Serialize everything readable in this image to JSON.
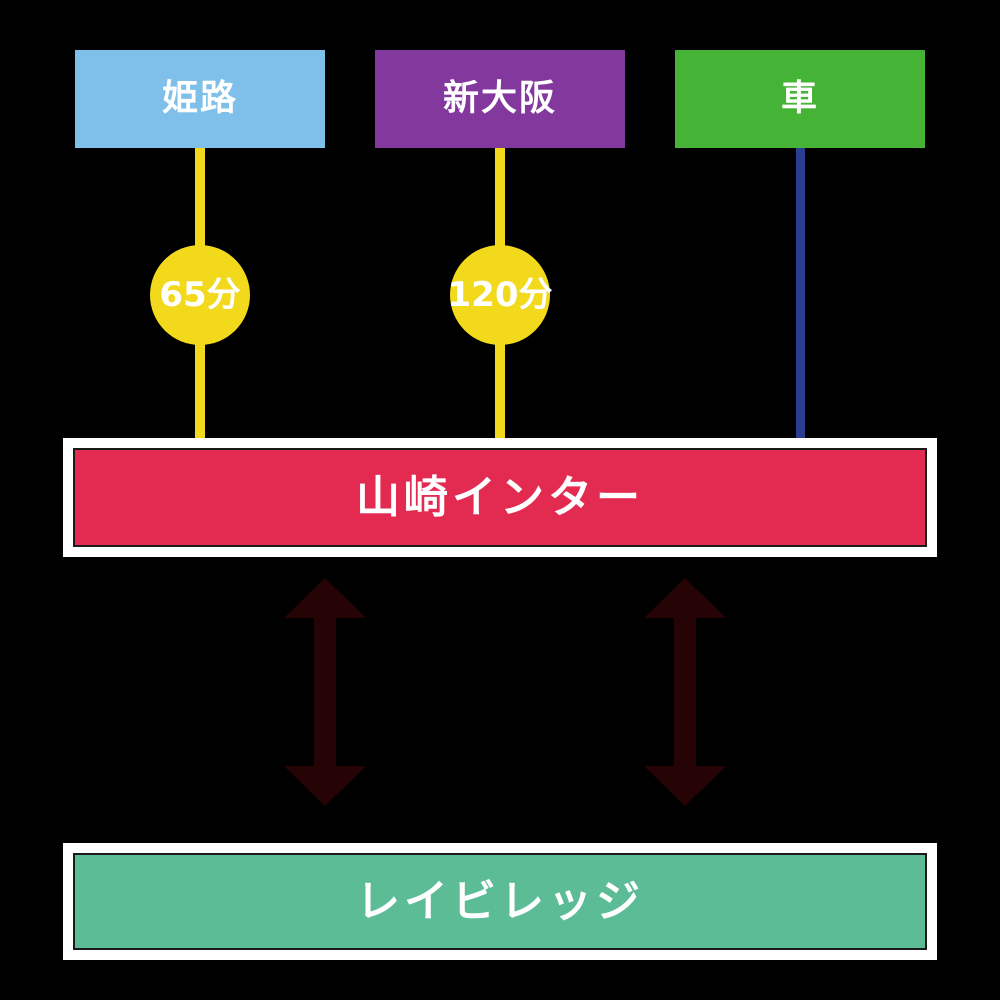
{
  "diagram": {
    "background_color": "#000000",
    "title_flow": "姫路 / 新大阪 / 車 → 山崎インター → レイビレッジ",
    "sources": [
      {
        "label": "姫路",
        "color": "#7EC0EA",
        "connector_color": "#F2D91C",
        "duration": "65分"
      },
      {
        "label": "新大阪",
        "color": "#83389D",
        "connector_color": "#F2D91C",
        "duration": "120分"
      },
      {
        "label": "車",
        "color": "#45B335",
        "connector_color": "#2A3D91",
        "duration": ""
      }
    ],
    "durations": [
      {
        "text": "65分",
        "bubble_color": "#F2D91C",
        "text_color": "#ffffff"
      },
      {
        "text": "120分",
        "bubble_color": "#F2D91C",
        "text_color": "#ffffff"
      }
    ],
    "hub": {
      "label": "山崎インター",
      "color": "#E32B51",
      "frame_color": "#ffffff",
      "text_color": "#ffffff"
    },
    "destination": {
      "label": "レイビレッジ",
      "color": "#5CBC96",
      "frame_color": "#ffffff",
      "text_color": "#ffffff"
    },
    "arrows": [
      {
        "name": "hub-to-destination-left",
        "color": "#260405",
        "direction": "bidirectional"
      },
      {
        "name": "hub-to-destination-right",
        "color": "#260405",
        "direction": "bidirectional"
      }
    ]
  }
}
